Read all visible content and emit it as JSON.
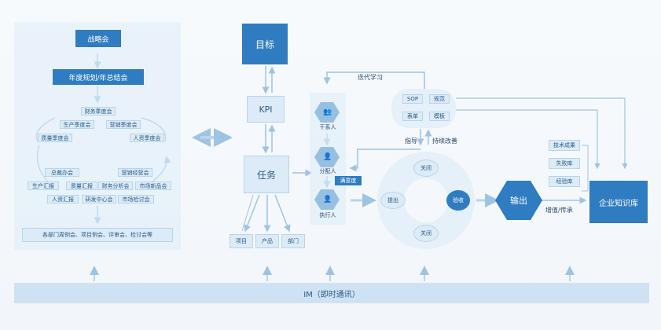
{
  "left_panel": {
    "strategy_meeting": "战略会",
    "annual_plan": "年度规划/年总结会",
    "finance_quarterly": "财务季度会",
    "production_quarterly": "生产季度会",
    "marketing_quarterly": "营销季度会",
    "quality_quarterly": "质量季度会",
    "hr_quarterly": "人资季度会",
    "gm_office": "总裁办会",
    "marketing_ops": "营销经营会",
    "production_report": "生产汇报",
    "quality_report": "质量汇报",
    "finance_analysis": "财务分析会",
    "market_new_products": "市场新品会",
    "hr_report": "人资汇报",
    "rnd_center": "研发中心会",
    "market_review": "市场检讨会",
    "weekly_meetings": "各部门周例会、项目例会、评审会、检讨会等"
  },
  "center": {
    "goal": "目标",
    "kpi": "KPI",
    "task": "任务",
    "project": "项目",
    "product": "产品",
    "department": "部门"
  },
  "roles": {
    "stakeholder": "干系人",
    "assigner": "分配人",
    "executor": "执行人",
    "satisfaction": "满意度"
  },
  "iteration": {
    "label": "迭代学习",
    "sop": "SOP",
    "norm": "规范",
    "form": "表单",
    "template": "模板",
    "guide": "指导",
    "improve": "持续改善"
  },
  "cycle": {
    "close_top": "关闭",
    "propose": "提出",
    "accept": "验收",
    "close_bottom": "关闭"
  },
  "output": {
    "label": "输出",
    "value_inherit": "增值/传承",
    "tech_docs": "技术成果",
    "failure_lib": "失败库",
    "experience_lib": "经验库",
    "knowledge_base": "企业知识库"
  },
  "im_bar": "IM（即时通讯）",
  "colors": {
    "dark_blue": "#2f7cc0",
    "light_blue": "#dcebf7",
    "arrow": "#9fc3e2"
  }
}
